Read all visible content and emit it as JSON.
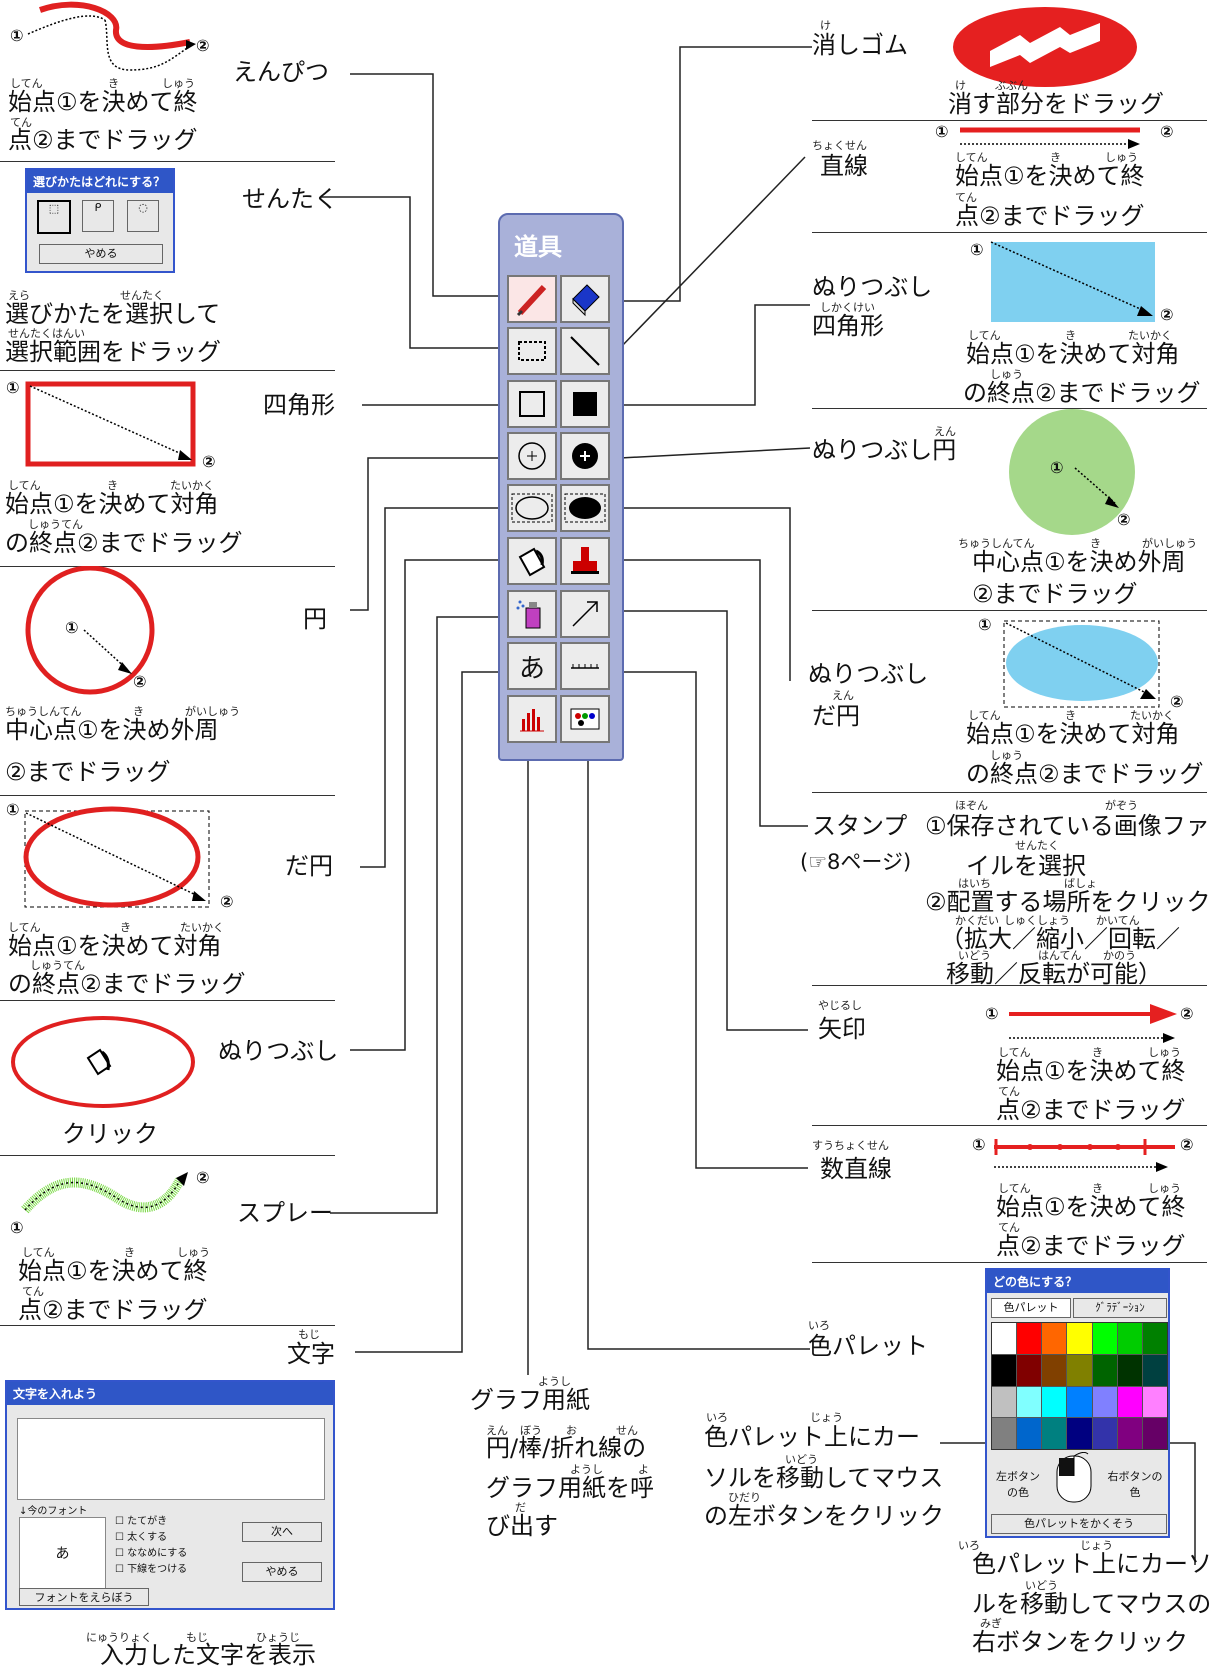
{
  "palette": {
    "title": "道具"
  },
  "left": {
    "pencil": {
      "label": "えんぴつ",
      "d1": "始点①を決めて終",
      "d2": "点②までドラッグ",
      "r1": "してん",
      "r2": "き",
      "r3": "しゅう",
      "r4": "てん"
    },
    "select": {
      "label": "せんたく",
      "dlg_title": "選びかたはどれにする？",
      "cancel": "やめる",
      "d1": "選びかたを選択して",
      "d2": "選択範囲をドラッグ",
      "r1": "えら",
      "r2": "せんたく",
      "r3": "せんたくはんい"
    },
    "rect": {
      "label": "四角形",
      "d1": "始点①を決めて対角",
      "d2": "の終点②までドラッグ",
      "r1": "してん",
      "r2": "き",
      "r3": "たいかく",
      "r4": "しゅうてん"
    },
    "circle": {
      "label": "円",
      "d1": "中心点①を決め外周",
      "d2": "②までドラッグ",
      "r1": "ちゅうしんてん",
      "r2": "き",
      "r3": "がいしゅう"
    },
    "ellipse": {
      "label": "だ円",
      "d1": "始点①を決めて対角",
      "d2": "の終点②までドラッグ",
      "r1": "してん",
      "r2": "き",
      "r3": "たいかく",
      "r4": "しゅうてん"
    },
    "fill": {
      "label": "ぬりつぶし",
      "d1": "クリック"
    },
    "spray": {
      "label": "スプレー",
      "d1": "始点①を決めて終",
      "d2": "点②までドラッグ",
      "r1": "してん",
      "r2": "き",
      "r3": "しゅう",
      "r4": "てん"
    },
    "text": {
      "label": "文字",
      "r1": "もじ",
      "dlg_title": "文字を入れよう",
      "font_now": "↓今のフォント",
      "sample": "あ",
      "opts": [
        "たてがき",
        "太くする",
        "ななめにする",
        "下線をつける"
      ],
      "next": "次へ",
      "cancel": "やめる",
      "font_btn": "フォントをえらぼう",
      "d1": "入力した文字を表示",
      "r2": "にゅうりょく",
      "r3": "もじ",
      "r4": "ひょうじ"
    }
  },
  "center": {
    "graph": {
      "label": "グラフ用紙",
      "r1": "ようし",
      "d1": "円/棒/折れ線の",
      "d2": "グラフ用紙を呼",
      "d3": "び出す",
      "r2": "えん",
      "r3": "ぼう",
      "r4": "お",
      "r5": "せん",
      "r6": "ようし",
      "r7": "よ",
      "r8": "だ"
    }
  },
  "right": {
    "eraser": {
      "label": "消しゴム",
      "r1": "け",
      "d1": "消す部分をドラッグ",
      "r2": "け",
      "r3": "ぶぶん"
    },
    "line": {
      "label": "直線",
      "r1": "ちょくせん",
      "d1": "始点①を決めて終",
      "d2": "点②までドラッグ",
      "r2": "してん",
      "r3": "き",
      "r4": "しゅう",
      "r5": "てん"
    },
    "fillrect": {
      "label1": "ぬりつぶし",
      "label2": "四角形",
      "r1": "しかくけい",
      "d1": "始点①を決めて対角",
      "d2": "の終点②までドラッグ",
      "r2": "してん",
      "r3": "き",
      "r4": "たいかく",
      "r5": "しゅう"
    },
    "fillcircle": {
      "label": "ぬりつぶし円",
      "r1": "えん",
      "d1": "中心点①を決め外周",
      "d2": "②までドラッグ",
      "r2": "ちゅうしんてん",
      "r3": "き",
      "r4": "がいしゅう"
    },
    "fillellipse": {
      "label1": "ぬりつぶし",
      "label2": "だ円",
      "r1": "えん",
      "d1": "始点①を決めて対角",
      "d2": "の終点②までドラッグ",
      "r2": "してん",
      "r3": "き",
      "r4": "たいかく",
      "r5": "しゅう"
    },
    "stamp": {
      "label": "スタンプ",
      "ref": "(☞8ページ)",
      "s1": "①保存されている画像ファ",
      "s2": "イルを選択",
      "s3": "②配置する場所をクリック",
      "s4": "（拡大／縮小／回転／",
      "s5": "移動／反転が可能）",
      "r1": "ほぞん",
      "r2": "がぞう",
      "r3": "せんたく",
      "r4": "はいち",
      "r5": "ばしょ",
      "r6": "かくだい",
      "r7": "しゅくしょう",
      "r8": "かいてん",
      "r9": "いどう",
      "r10": "はんてん",
      "r11": "かのう"
    },
    "arrow": {
      "label": "矢印",
      "r1": "やじるし",
      "d1": "始点①を決めて終",
      "d2": "点②までドラッグ",
      "r2": "してん",
      "r3": "き",
      "r4": "しゅう",
      "r5": "てん"
    },
    "numline": {
      "label": "数直線",
      "r1": "すうちょくせん",
      "d1": "始点①を決めて終",
      "d2": "点②までドラッグ",
      "r2": "してん",
      "r3": "き",
      "r4": "しゅう",
      "r5": "てん"
    },
    "colors": {
      "label": "色パレット",
      "r1": "いろ",
      "dlg_title": "どの色にする？",
      "tab1": "色パレット",
      "tab2": "ｸﾞﾗﾃﾞｰｼｮﾝ",
      "left_btn": "左ボタンの色",
      "right_btn": "右ボタンの色",
      "hide": "色パレットをかくそう",
      "l1": "色パレット上にカー",
      "l2": "ソルを移動してマウス",
      "l3": "の左ボタンをクリック",
      "b1": "色パレット上にカーソ",
      "b2": "ルを移動してマウスの",
      "b3": "右ボタンをクリック",
      "r2": "いろ",
      "r3": "じょう",
      "r4": "いどう",
      "r5": "ひだり",
      "r6": "いろ",
      "r7": "じょう",
      "r8": "いどう",
      "r9": "みぎ",
      "swatches": [
        "#ffffff",
        "#ff0000",
        "#ff6600",
        "#ffff00",
        "#00ff00",
        "#00cc00",
        "#008000",
        "#000000",
        "#800000",
        "#804000",
        "#808000",
        "#006400",
        "#003300",
        "#004040",
        "#c0c0c0",
        "#80ffff",
        "#00ffff",
        "#0080ff",
        "#8080ff",
        "#ff00ff",
        "#ff80ff",
        "#808080",
        "#0066cc",
        "#008080",
        "#000080",
        "#3333aa",
        "#800080",
        "#660066"
      ]
    }
  },
  "markers": {
    "one": "①",
    "two": "②"
  }
}
